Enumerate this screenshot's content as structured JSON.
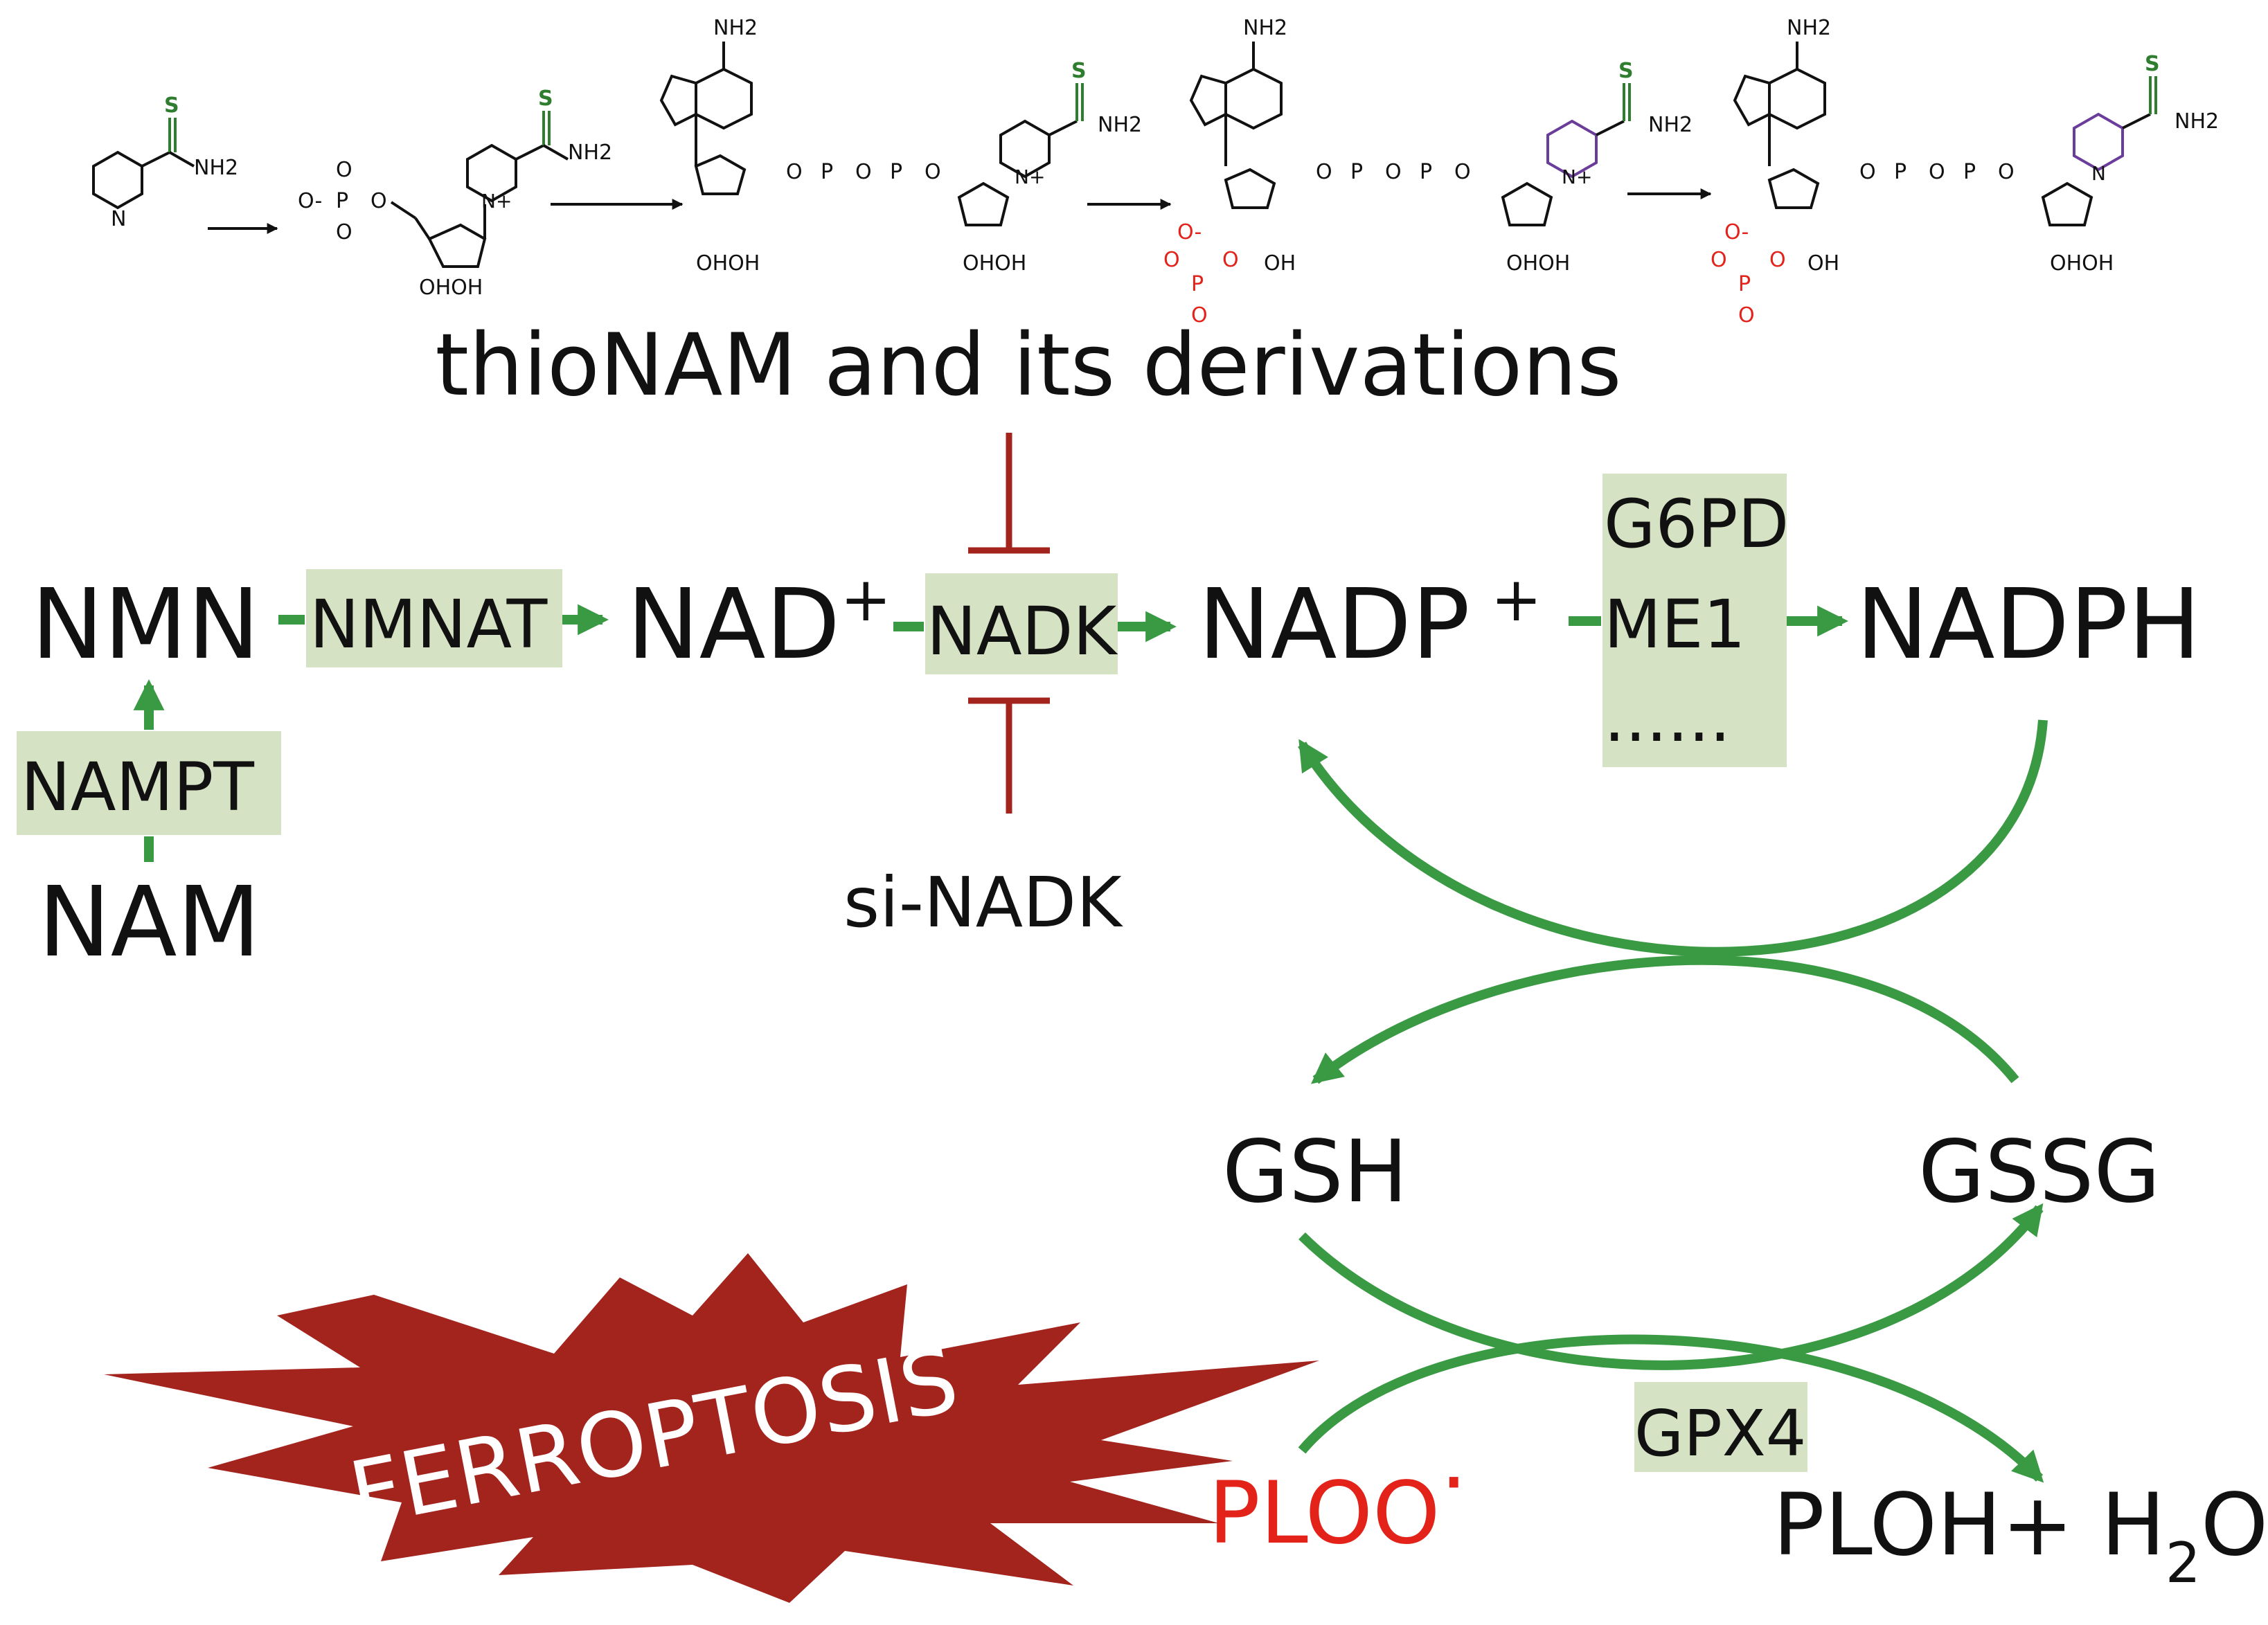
{
  "colors": {
    "arrow": "#3a9a43",
    "inhibit": "#a3231d",
    "enzyme_box": "#d6e2c4",
    "burst": "#a3231d",
    "text": "#111111",
    "ploo": "#e32219",
    "sulfur": "#2f7d2f",
    "pyridine_reduced": "#6a3d9a",
    "phosphate_red": "#e32219"
  },
  "title": "thioNAM and its derivations",
  "structures": {
    "atom_S": "S",
    "atom_NH2": "NH2",
    "atom_N": "N",
    "atom_Nplus": "N+",
    "atom_O": "O",
    "atom_Ominus": "O-",
    "atom_P": "P",
    "atom_OHOH": "OHOH",
    "atom_OH": "OH"
  },
  "nodes": {
    "nmn": "NMN",
    "nad": "NAD",
    "nad_sup": "+",
    "nadp": "NADP",
    "nadp_sup": "+",
    "nadph": "NADPH",
    "nam": "NAM",
    "gsh": "GSH",
    "gssg": "GSSG",
    "ploo": "PLOO",
    "ploo_dot": "·",
    "ploh": "PLOH+ H",
    "ploh_sub": "2",
    "ploh_tail": "O",
    "si_nadk": "si-NADK"
  },
  "enzymes": {
    "nmnat": "NMNAT",
    "nadk": "NADK",
    "nampt": "NAMPT",
    "g6pd": "G6PD",
    "me1": "ME1",
    "more": "......",
    "gpx4": "GPX4"
  },
  "burst_label": "FERROPTOSIS"
}
